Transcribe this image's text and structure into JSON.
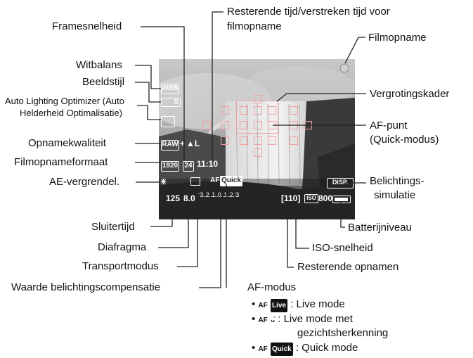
{
  "labels": {
    "framesnelheid": "Framesnelheid",
    "resterende_tijd": "Resterende tijd/verstreken tijd voor filmopname",
    "resterende_tijd_l1": "Resterende tijd/verstreken tijd voor",
    "resterende_tijd_l2": "filmopname",
    "filmopname": "Filmopname",
    "witbalans": "Witbalans",
    "beeldstijl": "Beeldstijl",
    "alo_l1": "Auto Lighting Optimizer (Auto",
    "alo_l2": "Helderheid Optimalisatie)",
    "vergrotingskader": "Vergrotingskader",
    "af_punt_l1": "AF-punt",
    "af_punt_l2": "(Quick-modus)",
    "opnamekwaliteit": "Opnamekwaliteit",
    "filmopnameformaat": "Filmopnameformaat",
    "ae_vergrendel": "AE-vergrendel.",
    "belichtings_l1": "Belichtings-",
    "belichtings_l2": "simulatie",
    "sluitertijd": "Sluitertijd",
    "batterijniveau": "Batterijniveau",
    "diafragma": "Diafragma",
    "iso_snelheid": "ISO-snelheid",
    "transportmodus": "Transportmodus",
    "resterende_opnamen": "Resterende opnamen",
    "waarde_belichting": "Waarde belichtingscompensatie",
    "af_modus": "AF-modus"
  },
  "screen": {
    "awb": "AWB",
    "style": "S",
    "raw": "RAW",
    "plus": "+",
    "quality": "▲L",
    "movie_size": "1920",
    "frame_rate": "24",
    "time": "11:10",
    "ae_lock": "✳",
    "af_prefix": "AF",
    "af_mode_badge": "Quick",
    "shutter": "125",
    "aperture": "8.0",
    "exposure_scale": "⁻3..2..1..0..1..2.:3",
    "remaining_shots": "[110]",
    "iso_badge": "ISO",
    "iso_value": "800",
    "disp": "DISP."
  },
  "af_modes": [
    {
      "badge": "Live",
      "text": ": Live mode"
    },
    {
      "badge": "ᴗ̈",
      "text": ": Live mode met"
    },
    {
      "badge": "",
      "text": "gezichtsherkenning"
    },
    {
      "badge": "Quick",
      "text": ": Quick mode"
    }
  ]
}
